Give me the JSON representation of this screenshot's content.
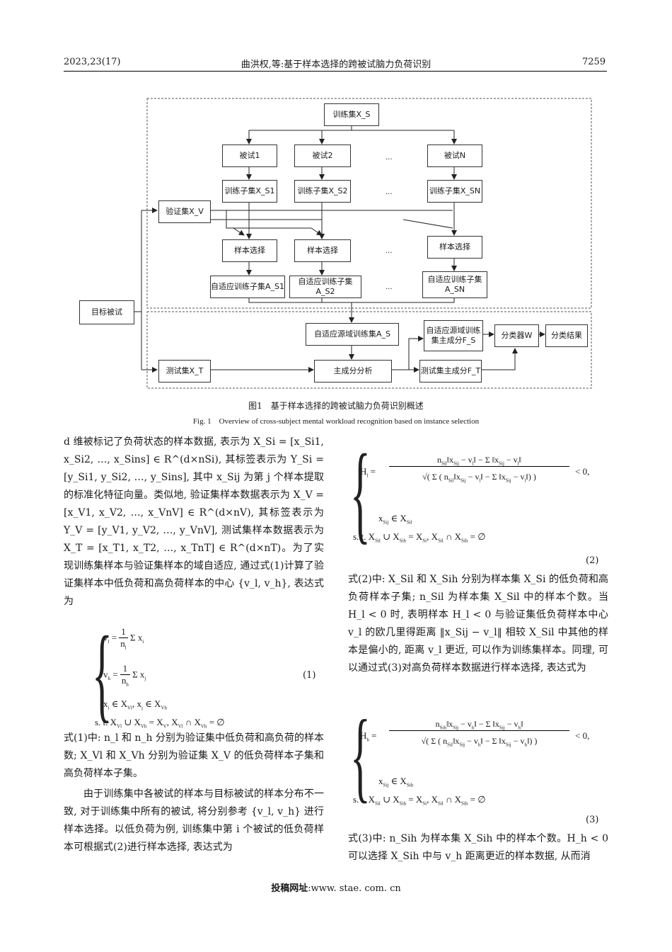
{
  "header": {
    "left": "2023,23(17)",
    "center": "曲洪权,等:基于样本选择的跨被试脑力负荷识别",
    "right": "7259"
  },
  "figure": {
    "boxes": {
      "train_set": "训练集X_S",
      "subject1": "被试1",
      "subject2": "被试2",
      "subjectN": "被试N",
      "sub1": "训练子集X_S1",
      "sub2": "训练子集X_S2",
      "subN": "训练子集X_SN",
      "val_set": "验证集X_V",
      "sel1": "样本选择",
      "sel2": "样本选择",
      "selN": "样本选择",
      "adapt1": "自适应训练子集A_S1",
      "adapt2": "自适应训练子集A_S2",
      "adaptN": "自适应训练子集A_SN",
      "target": "目标被试",
      "adaptive_source": "自适应源域训练集A_S",
      "source_pc": "自适应源域训练集主成分F_S",
      "classifier": "分类器W",
      "result": "分类结果",
      "test_set": "测试集X_T",
      "pca": "主成分分析",
      "test_pc": "测试集主成分F_T"
    },
    "ellipsis": "...",
    "caption_cn": "图1　基于样本选择的跨被试脑力负荷识别概述",
    "caption_en": "Fig. 1　Overview of cross-subject mental workload recognition based on instance selection"
  },
  "left": {
    "p1": "d 维被标记了负荷状态的样本数据, 表示为 X_Si = [x_Si1, x_Si2, …, x_Sins] ∈ R^(d×nSi), 其标签表示为 Y_Si = [y_Si1, y_Si2, …, y_Sins], 其中 x_Sij 为第 j 个样本提取的标准化特征向量。类似地, 验证集样本数据表示为 X_V = [x_V1, x_V2, …, x_VnV] ∈ R^(d×nV), 其标签表示为 Y_V = [y_V1, y_V2, …, y_VnV], 测试集样本数据表示为 X_T = [x_T1, x_T2, …, x_TnT] ∈ R^(d×nT)。为了实现训练集样本与验证集样本的域自适应, 通过式(1)计算了验证集样本中低负荷和高负荷样本的中心 {v_l, v_h}, 表达式为",
    "eq1_num": "(1)",
    "p2": "式(1)中: n_l 和 n_h 分别为验证集中低负荷和高负荷的样本数; X_Vl 和 X_Vh 分别为验证集 X_V 的低负荷样本子集和高负荷样本子集。",
    "p3": "由于训练集中各被试的样本与目标被试的样本分布不一致, 对于训练集中所有的被试, 将分别参考 {v_l, v_h} 进行样本选择。以低负荷为例, 训练集中第 i 个被试的低负荷样本可根据式(2)进行样本选择, 表达式为"
  },
  "right": {
    "eq2_num": "(2)",
    "p4": "式(2)中: X_Sil 和 X_Sih 分别为样本集 X_Si 的低负荷和高负荷样本子集; n_Sil 为样本集 X_Sil 中的样本个数。当 H_l < 0 时, 表明样本 H_l < 0 与验证集低负荷样本中心 v_l 的欧几里得距离 ‖x_Sij − v_l‖ 相较 X_Sil 中其他的样本是偏小的, 距离 v_l 更近, 可以作为训练集样本。同理, 可以通过式(3)对高负荷样本数据进行样本选择, 表达式为",
    "eq3_num": "(3)",
    "p5": "式(3)中: n_Sih 为样本集 X_Sih 中的样本个数。H_h < 0 可以选择 X_Sih 中与 v_h 距离更近的样本数据, 从而消"
  },
  "footer": {
    "label": "投稿网址",
    "url": ":www. stae. com. cn"
  }
}
